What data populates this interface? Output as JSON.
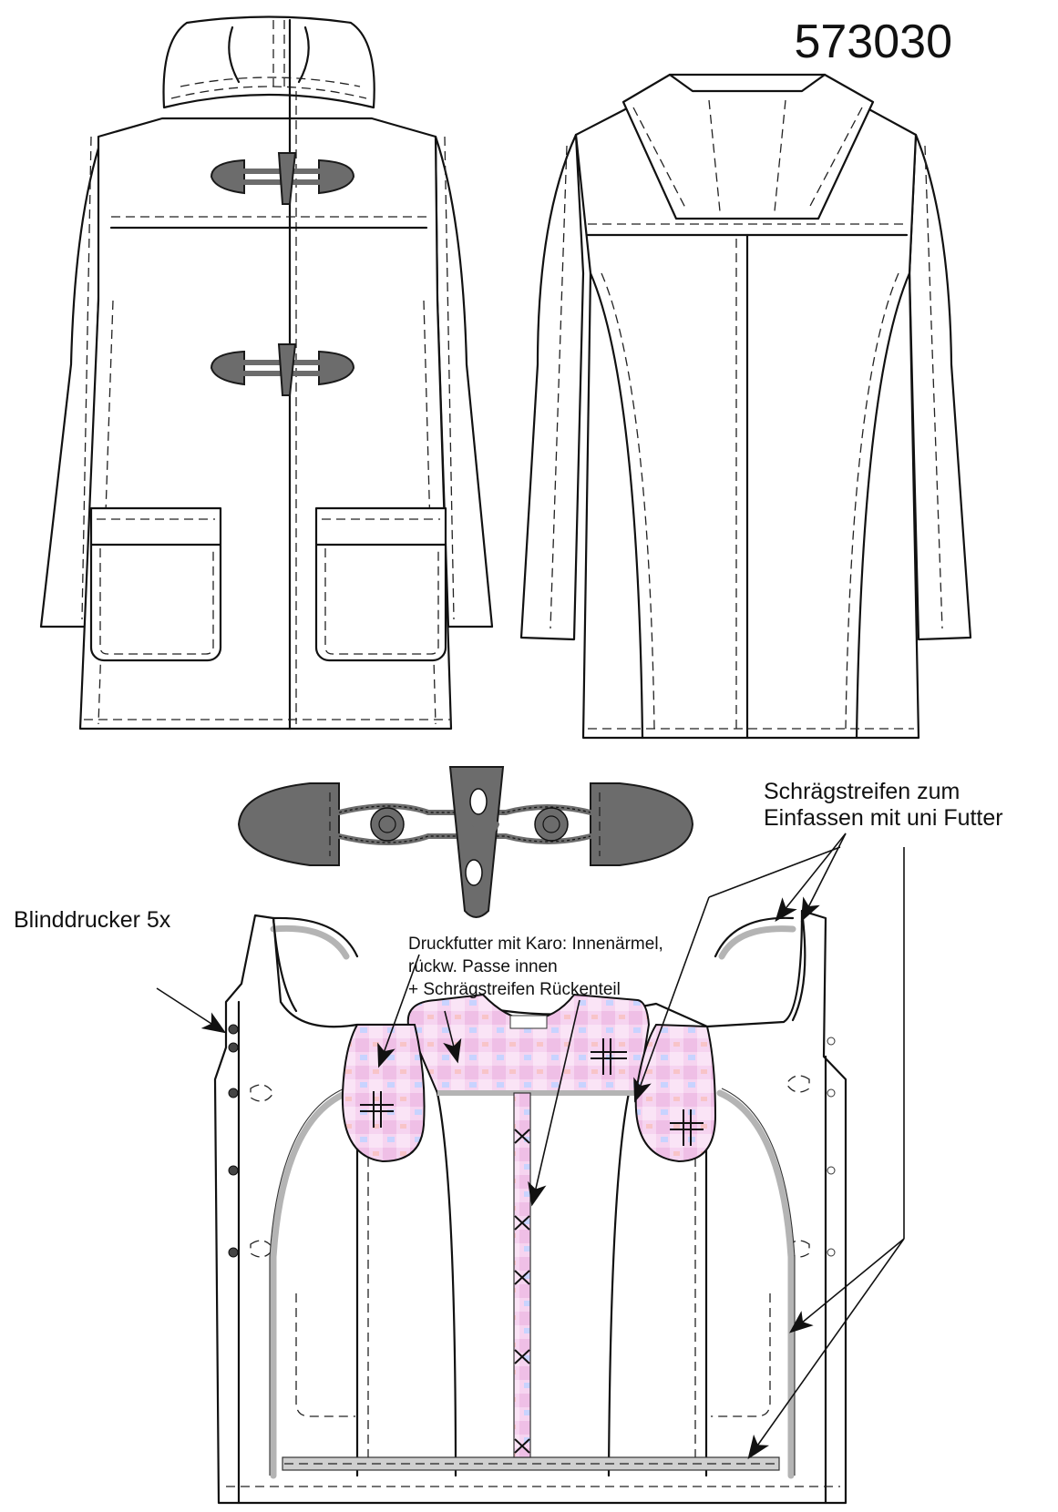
{
  "model_number": "573030",
  "labels": {
    "bias_tape": [
      "Schrägstreifen zum",
      "Einfassen mit uni Futter"
    ],
    "blind_press": "Blinddrucker 5x",
    "print_lining": [
      "Druckfutter mit Karo: Innenärmel,",
      "rückw. Passe innen",
      "+ Schrägstreifen Rückenteil"
    ]
  },
  "colors": {
    "outline": "#111111",
    "toggle": "#6c6c6c",
    "bias_tape": "#b4b4b4",
    "print_lining_pink": "#f4c8ec",
    "print_lining_blue": "#b9c8ff"
  },
  "icons": [
    "toggle-fastener-icon",
    "arrow-icon",
    "cross-stitch-icon",
    "snap-icon"
  ]
}
